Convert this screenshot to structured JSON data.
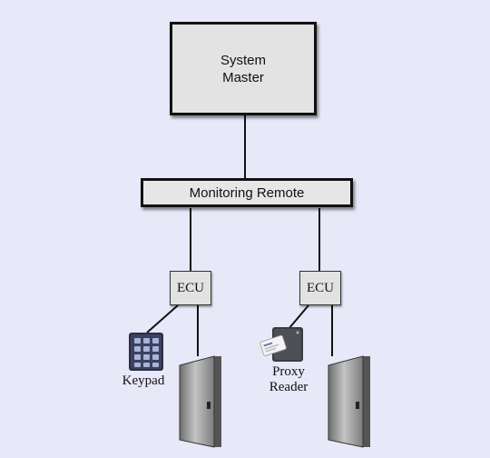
{
  "nodes": {
    "system_master": {
      "line1": "System",
      "line2": "Master"
    },
    "monitoring_remote": "Monitoring Remote",
    "ecu_left": "ECU",
    "ecu_right": "ECU"
  },
  "devices": {
    "keypad_label": "Keypad",
    "proxy_reader_label_line1": "Proxy",
    "proxy_reader_label_line2": "Reader"
  },
  "colors": {
    "background": "#e7e8f8",
    "box_fill": "#e3e3e3",
    "line": "#111111",
    "keypad_key": "#aab4d8",
    "door_metal": "#9a9a9a"
  }
}
